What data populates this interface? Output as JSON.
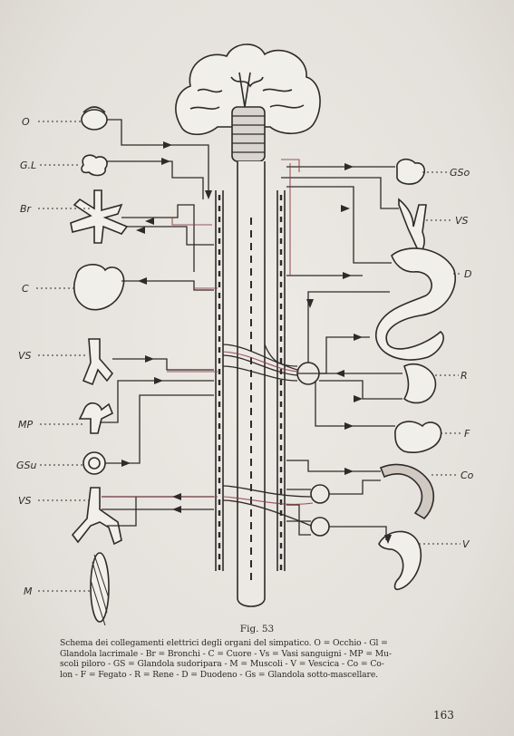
{
  "figure": {
    "labels_left": [
      "O",
      "G.L",
      "Br",
      "C",
      "VS",
      "MP",
      "GSu",
      "VS",
      "M"
    ],
    "labels_right": [
      "GSo",
      "VS",
      "D",
      "R",
      "F",
      "Co",
      "V"
    ]
  },
  "caption": {
    "title": "Fig. 53",
    "lines": [
      "Schema dei collegamenti elettrici degli organi del simpatico. O = Occhio - Gl =",
      "Glandola lacrimale - Br = Bronchi - C = Cuore - Vs = Vasi sanguigni - MP = Mu-",
      "scoli piloro - GS = Glandola sudoripara - M = Muscoli - V = Vescica - Co = Co-",
      "lon - F = Fegato - R = Rene - D = Duodeno - Gs = Glandola sotto-mascellare."
    ]
  },
  "page_number": "163",
  "colors": {
    "ink": "#2f2a29",
    "nerve_red": "#8a3b45",
    "paper": "#e7e4df"
  }
}
